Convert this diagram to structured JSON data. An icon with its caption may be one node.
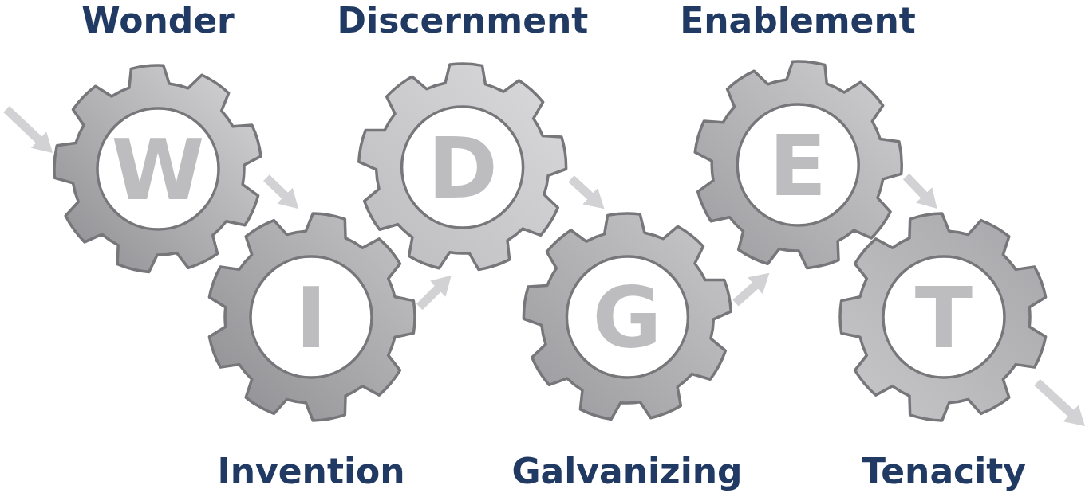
{
  "diagram": {
    "nodes": [
      {
        "text": [
          "Wonder",
          "W"
        ]
      },
      {
        "text": [
          "I",
          "Invention"
        ]
      },
      {
        "text": [
          "Discernment",
          "D"
        ]
      },
      {
        "text": [
          "G",
          "Galvanizing"
        ]
      },
      {
        "text": [
          "Enablement",
          "E"
        ]
      },
      {
        "text": [
          "T",
          "Tenacity"
        ]
      }
    ],
    "edges": [
      {
        "from": null,
        "to": 0,
        "arrow": "to"
      },
      {
        "from": 0,
        "to": 1,
        "arrow": "to"
      },
      {
        "from": 1,
        "to": 2,
        "arrow": "to"
      },
      {
        "from": 2,
        "to": 3,
        "arrow": "to"
      },
      {
        "from": 3,
        "to": 4,
        "arrow": "to"
      },
      {
        "from": 4,
        "to": 5,
        "arrow": "to"
      },
      {
        "from": 5,
        "to": null,
        "arrow": "to"
      }
    ]
  }
}
